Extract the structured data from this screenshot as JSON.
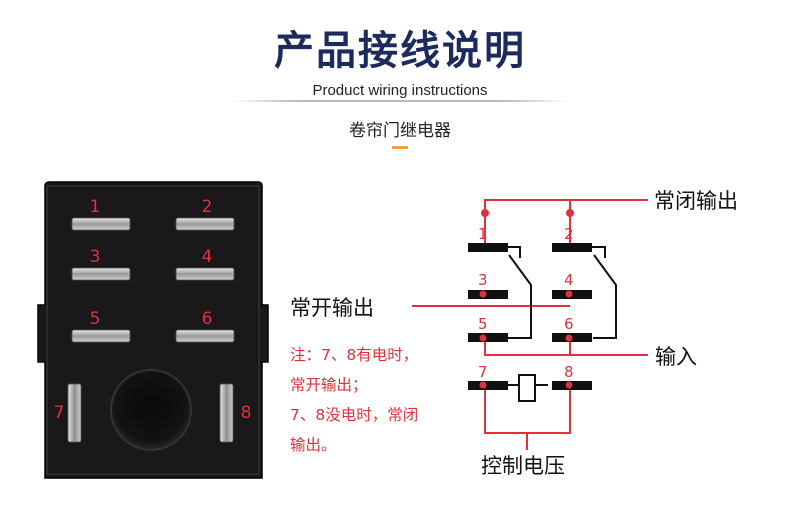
{
  "header": {
    "title": "产品接线说明",
    "subtitle": "Product wiring instructions",
    "product_name": "卷帘门继电器"
  },
  "relay_photo": {
    "pin_labels": [
      "1",
      "2",
      "3",
      "4",
      "5",
      "6",
      "7",
      "8"
    ]
  },
  "schematic": {
    "pins": [
      "1",
      "2",
      "3",
      "4",
      "5",
      "6",
      "7",
      "8"
    ],
    "labels": {
      "normally_closed": "常闭输出",
      "normally_open": "常开输出",
      "input": "输入",
      "control_voltage": "控制电压"
    }
  },
  "note": {
    "lines": [
      "注：7、8有电时，",
      "常开输出；",
      "7、8没电时，常闭",
      "输出。"
    ]
  },
  "colors": {
    "title": "#1d2a5e",
    "wire_red": "#e0323c",
    "accent": "#f0a040",
    "relay_body": "#1a1819"
  }
}
